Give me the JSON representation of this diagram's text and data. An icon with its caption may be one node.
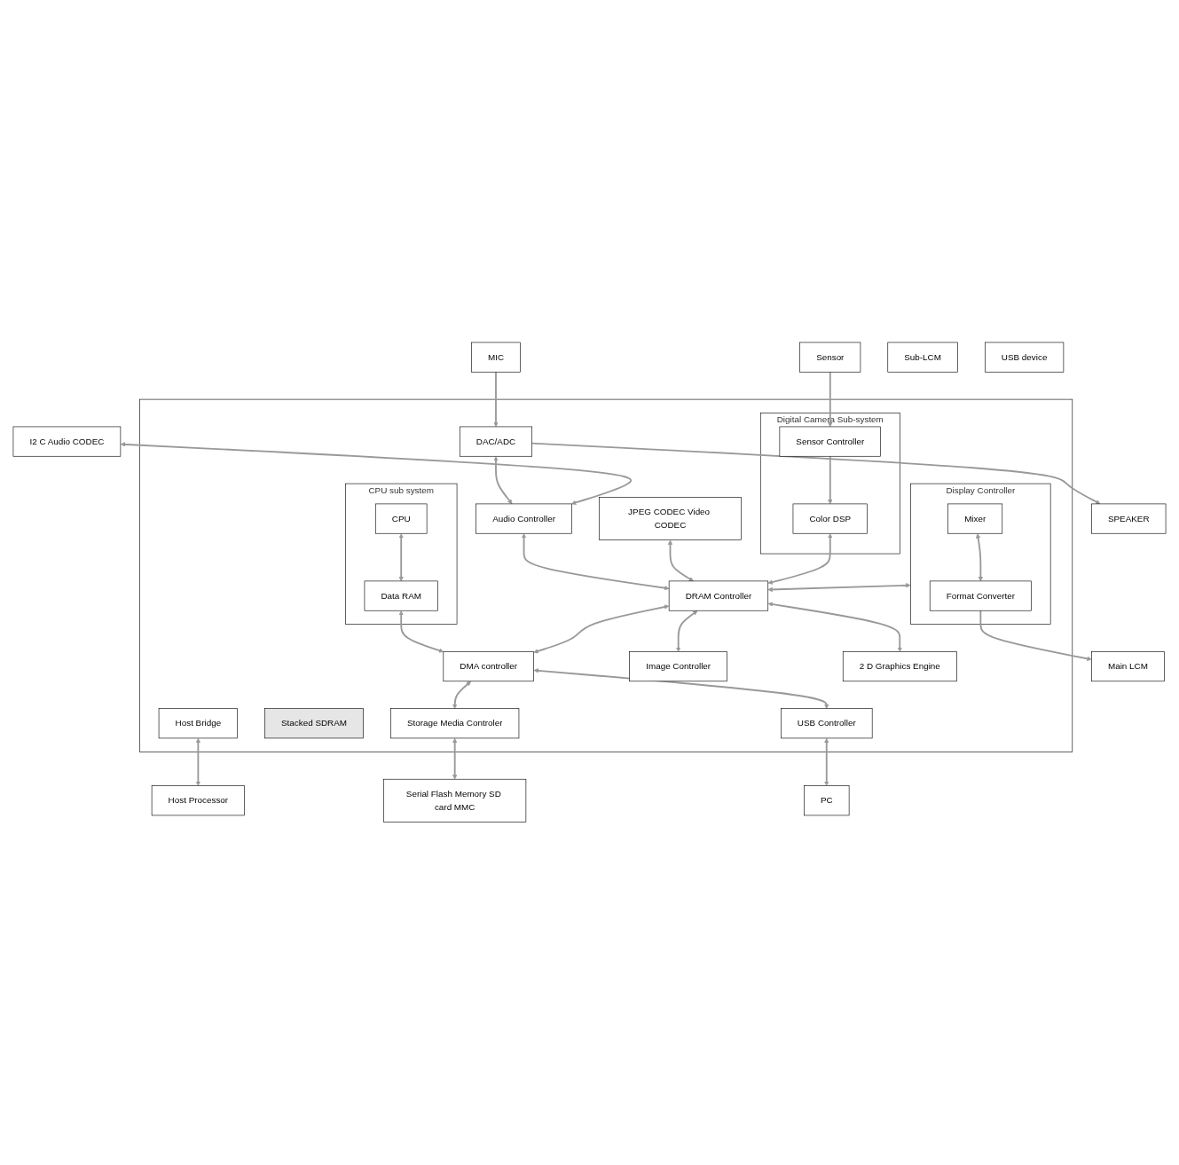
{
  "diagram": {
    "nodes": [
      {
        "text": [
          "MIC"
        ]
      },
      {
        "text": [
          "SPEAKER"
        ]
      },
      {
        "text": [
          "I2 C Audio CODEC"
        ]
      },
      {
        "text": [],
        "shape": "box"
      },
      {
        "text": [
          "Digital Camera Sub-system"
        ],
        "in": 3
      },
      {
        "text": [
          "Sensor Controller"
        ],
        "in": 4
      },
      {
        "text": [
          "Color DSP"
        ],
        "in": 4
      },
      {
        "text": [
          "JPEG CODEC Video CODEC"
        ],
        "in": 3
      },
      {
        "text": [
          "DAC/ADC"
        ],
        "in": 3
      },
      {
        "text": [
          "Audio Controller"
        ],
        "in": 3
      },
      {
        "text": [
          "Host Bridge"
        ],
        "in": 3
      },
      {
        "text": [
          "Sensor"
        ]
      },
      {
        "text": [
          "Host Processor"
        ]
      },
      {
        "text": [
          "Display Controller"
        ],
        "in": 3
      },
      {
        "text": [
          "Mixer"
        ],
        "in": 13
      },
      {
        "text": [
          "Format Converter"
        ],
        "in": 13
      },
      {
        "text": [
          "DRAM Controller"
        ],
        "in": 3
      },
      {
        "text": [
          "Stacked SDRAM"
        ],
        "in": 3
      },
      {
        "text": [
          "DMA controller"
        ],
        "in": 3
      },
      {
        "text": [
          "Sub-LCM"
        ]
      },
      {
        "text": [
          "Main LCM"
        ]
      },
      {
        "text": [
          "Image Controller"
        ],
        "in": 3
      },
      {
        "text": [
          "2 D Graphics Engine"
        ],
        "in": 3
      },
      {
        "text": [
          "Storage Media Controler"
        ],
        "in": 3
      },
      {
        "text": [
          "USB Controller"
        ],
        "in": 3
      },
      {
        "text": [
          "USB device"
        ]
      },
      {
        "text": [
          "PC"
        ]
      },
      {
        "text": [
          "CPU sub system"
        ],
        "in": 3
      },
      {
        "text": [
          "CPU"
        ],
        "in": 27
      },
      {
        "text": [
          "Data RAM"
        ],
        "in": 27
      },
      {
        "text": [
          "Serial Flash Memory SD card MMC"
        ]
      }
    ],
    "edges": [
      {
        "from": 0,
        "to": 8,
        "arrow": "to"
      },
      {
        "from": 8,
        "to": 1,
        "arrow": "to"
      },
      {
        "from": 2,
        "to": 9,
        "arrow": "both"
      },
      {
        "from": 8,
        "to": 9,
        "arrow": "both"
      },
      {
        "from": 11,
        "to": 5,
        "arrow": "to"
      },
      {
        "from": 5,
        "to": 6,
        "arrow": "to"
      },
      {
        "from": 6,
        "to": 16,
        "arrow": "both"
      },
      {
        "from": 7,
        "to": 16,
        "arrow": "both"
      },
      {
        "from": 9,
        "to": 16,
        "arrow": "both"
      },
      {
        "from": 10,
        "to": 12,
        "arrow": "both"
      },
      {
        "from": 13,
        "to": 16,
        "arrow": "both"
      },
      {
        "from": 14,
        "to": 15,
        "arrow": "both"
      },
      {
        "from": 15,
        "to": 20,
        "arrow": "to"
      },
      {
        "from": 16,
        "to": 18,
        "arrow": "both"
      },
      {
        "from": 16,
        "to": 21,
        "arrow": "both"
      },
      {
        "from": 16,
        "to": 22,
        "arrow": "both"
      },
      {
        "from": 18,
        "to": 23,
        "arrow": "both"
      },
      {
        "from": 18,
        "to": 24,
        "arrow": "both"
      },
      {
        "from": 24,
        "to": 26,
        "arrow": "both"
      },
      {
        "from": 28,
        "to": 29,
        "arrow": "both"
      },
      {
        "from": 29,
        "to": 18,
        "arrow": "both"
      },
      {
        "from": 23,
        "to": 30,
        "arrow": "both"
      }
    ]
  }
}
